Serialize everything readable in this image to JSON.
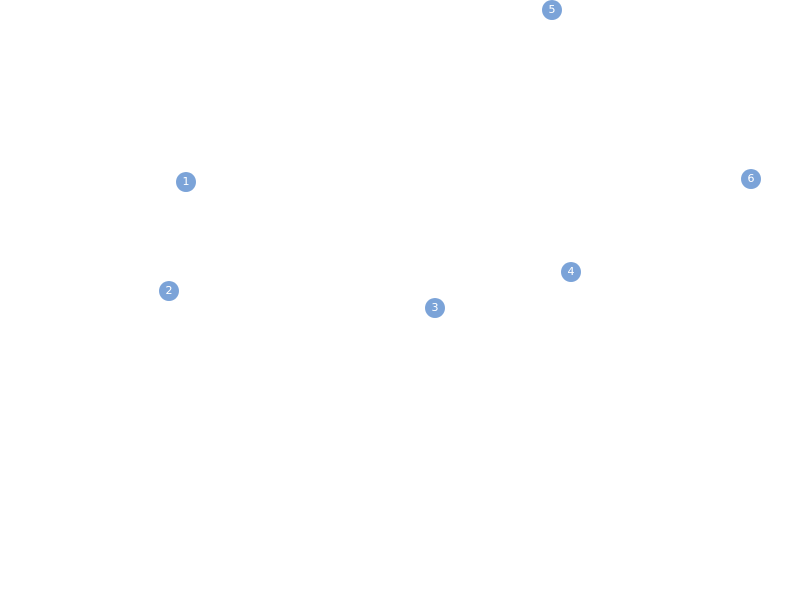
{
  "markers": [
    {
      "label": "1"
    },
    {
      "label": "2"
    },
    {
      "label": "3"
    },
    {
      "label": "4"
    },
    {
      "label": "5"
    },
    {
      "label": "6"
    }
  ],
  "colors": {
    "marker": "#7BA3D8",
    "background": "#ffffff"
  }
}
